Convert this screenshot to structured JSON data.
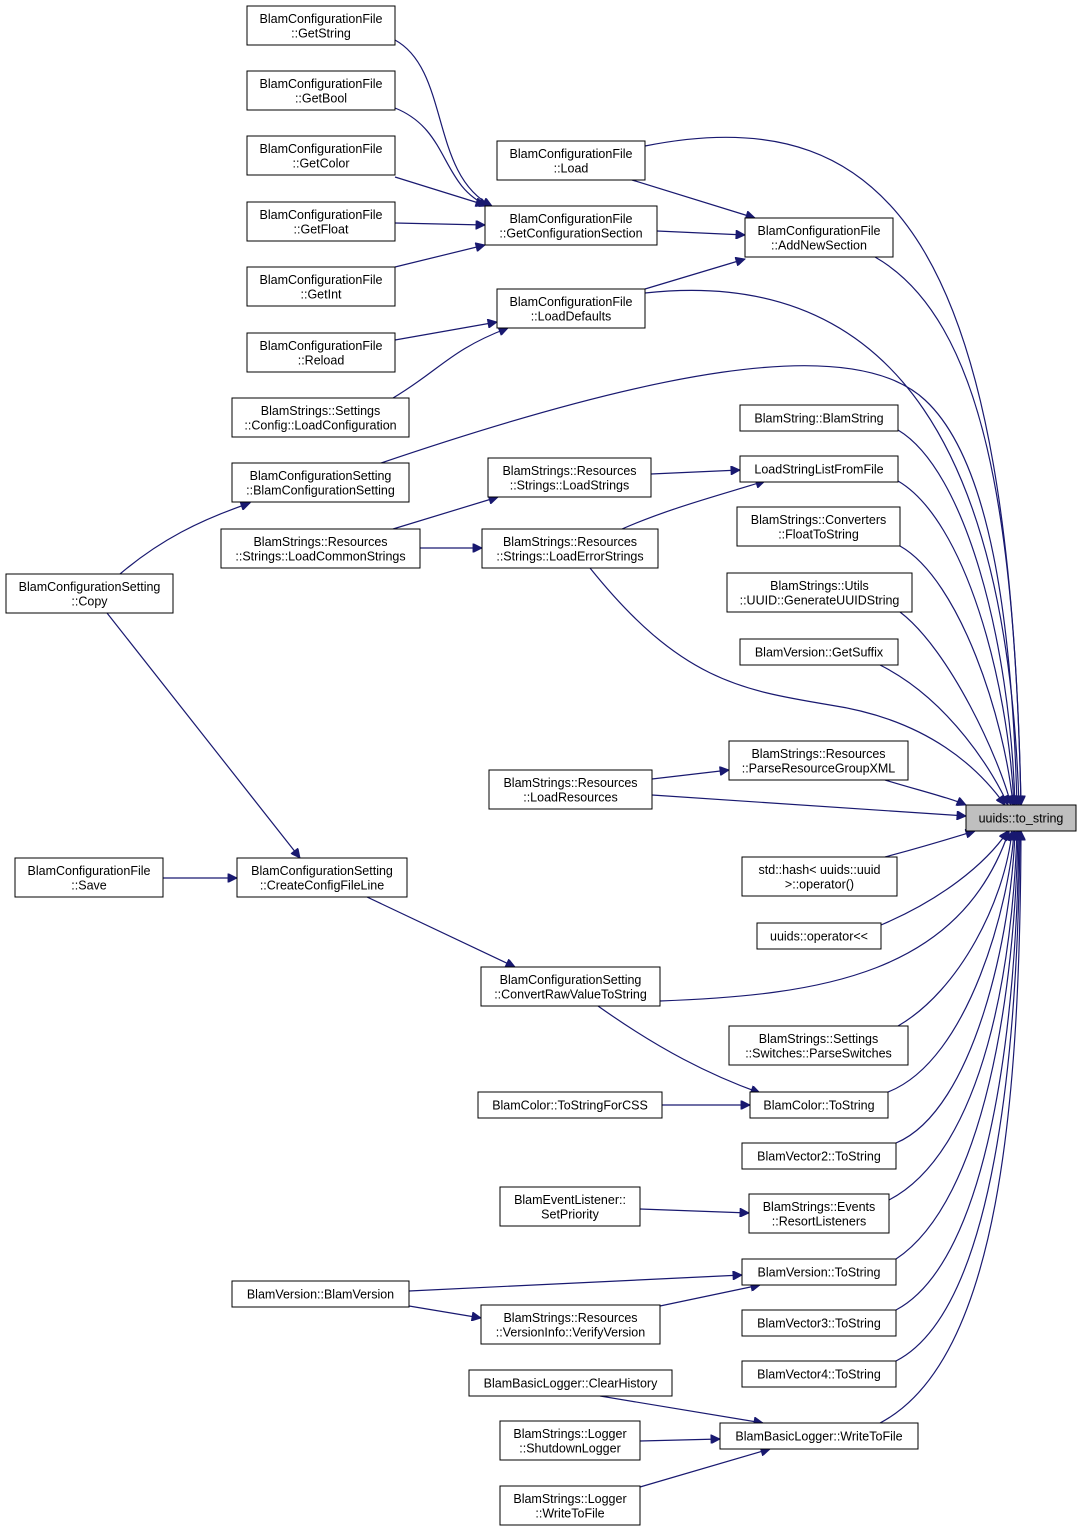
{
  "graph": {
    "target": "uuids::to_string",
    "nodes": [
      {
        "id": "n_to_string",
        "lines": [
          "uuids::to_string"
        ],
        "target": true
      },
      {
        "id": "n_getstring",
        "lines": [
          "BlamConfigurationFile",
          "::GetString"
        ]
      },
      {
        "id": "n_getbool",
        "lines": [
          "BlamConfigurationFile",
          "::GetBool"
        ]
      },
      {
        "id": "n_getcolor",
        "lines": [
          "BlamConfigurationFile",
          "::GetColor"
        ]
      },
      {
        "id": "n_getfloat",
        "lines": [
          "BlamConfigurationFile",
          "::GetFloat"
        ]
      },
      {
        "id": "n_getint",
        "lines": [
          "BlamConfigurationFile",
          "::GetInt"
        ]
      },
      {
        "id": "n_reload",
        "lines": [
          "BlamConfigurationFile",
          "::Reload"
        ]
      },
      {
        "id": "n_loadconfig",
        "lines": [
          "BlamStrings::Settings",
          "::Config::LoadConfiguration"
        ]
      },
      {
        "id": "n_bcs_ctor",
        "lines": [
          "BlamConfigurationSetting",
          "::BlamConfigurationSetting"
        ]
      },
      {
        "id": "n_loadcommon",
        "lines": [
          "BlamStrings::Resources",
          "::Strings::LoadCommonStrings"
        ]
      },
      {
        "id": "n_copy",
        "lines": [
          "BlamConfigurationSetting",
          "::Copy"
        ]
      },
      {
        "id": "n_load",
        "lines": [
          "BlamConfigurationFile",
          "::Load"
        ]
      },
      {
        "id": "n_getcfgsection",
        "lines": [
          "BlamConfigurationFile",
          "::GetConfigurationSection"
        ]
      },
      {
        "id": "n_loaddefaults",
        "lines": [
          "BlamConfigurationFile",
          "::LoadDefaults"
        ]
      },
      {
        "id": "n_addnewsection",
        "lines": [
          "BlamConfigurationFile",
          "::AddNewSection"
        ]
      },
      {
        "id": "n_blamstring",
        "lines": [
          "BlamString::BlamString"
        ]
      },
      {
        "id": "n_loadstringlist",
        "lines": [
          "LoadStringListFromFile"
        ]
      },
      {
        "id": "n_loadstrings",
        "lines": [
          "BlamStrings::Resources",
          "::Strings::LoadStrings"
        ]
      },
      {
        "id": "n_loaderror",
        "lines": [
          "BlamStrings::Resources",
          "::Strings::LoadErrorStrings"
        ]
      },
      {
        "id": "n_floattostring",
        "lines": [
          "BlamStrings::Converters",
          "::FloatToString"
        ]
      },
      {
        "id": "n_genuuid",
        "lines": [
          "BlamStrings::Utils",
          "::UUID::GenerateUUIDString"
        ]
      },
      {
        "id": "n_getsuffix",
        "lines": [
          "BlamVersion::GetSuffix"
        ]
      },
      {
        "id": "n_parsergxml",
        "lines": [
          "BlamStrings::Resources",
          "::ParseResourceGroupXML"
        ]
      },
      {
        "id": "n_loadresources",
        "lines": [
          "BlamStrings::Resources",
          "::LoadResources"
        ]
      },
      {
        "id": "n_hash",
        "lines": [
          "std::hash< uuids::uuid",
          "  >::operator()"
        ]
      },
      {
        "id": "n_operator",
        "lines": [
          "uuids::operator<<"
        ]
      },
      {
        "id": "n_save",
        "lines": [
          "BlamConfigurationFile",
          "::Save"
        ]
      },
      {
        "id": "n_createcfgline",
        "lines": [
          "BlamConfigurationSetting",
          "::CreateConfigFileLine"
        ]
      },
      {
        "id": "n_convertraw",
        "lines": [
          "BlamConfigurationSetting",
          "::ConvertRawValueToString"
        ]
      },
      {
        "id": "n_parseswitches",
        "lines": [
          "BlamStrings::Settings",
          "::Switches::ParseSwitches"
        ]
      },
      {
        "id": "n_tostringcss",
        "lines": [
          "BlamColor::ToStringForCSS"
        ]
      },
      {
        "id": "n_color_tostring",
        "lines": [
          "BlamColor::ToString"
        ]
      },
      {
        "id": "n_vec2_tostring",
        "lines": [
          "BlamVector2::ToString"
        ]
      },
      {
        "id": "n_setpriority",
        "lines": [
          "BlamEventListener::",
          "SetPriority"
        ]
      },
      {
        "id": "n_resortlisteners",
        "lines": [
          "BlamStrings::Events",
          "::ResortListeners"
        ]
      },
      {
        "id": "n_blamversion",
        "lines": [
          "BlamVersion::BlamVersion"
        ]
      },
      {
        "id": "n_version_tostring",
        "lines": [
          "BlamVersion::ToString"
        ]
      },
      {
        "id": "n_verifyversion",
        "lines": [
          "BlamStrings::Resources",
          "::VersionInfo::VerifyVersion"
        ]
      },
      {
        "id": "n_vec3_tostring",
        "lines": [
          "BlamVector3::ToString"
        ]
      },
      {
        "id": "n_vec4_tostring",
        "lines": [
          "BlamVector4::ToString"
        ]
      },
      {
        "id": "n_clearhistory",
        "lines": [
          "BlamBasicLogger::ClearHistory"
        ]
      },
      {
        "id": "n_shutdownlogger",
        "lines": [
          "BlamStrings::Logger",
          "::ShutdownLogger"
        ]
      },
      {
        "id": "n_writetofile_logger",
        "lines": [
          "BlamStrings::Logger",
          "::WriteToFile"
        ]
      },
      {
        "id": "n_writetofile",
        "lines": [
          "BlamBasicLogger::WriteToFile"
        ]
      }
    ],
    "edges": [
      {
        "from": "n_load",
        "to": "n_to_string"
      },
      {
        "from": "n_addnewsection",
        "to": "n_to_string"
      },
      {
        "from": "n_loaddefaults",
        "to": "n_to_string"
      },
      {
        "from": "n_bcs_ctor",
        "to": "n_to_string"
      },
      {
        "from": "n_blamstring",
        "to": "n_to_string"
      },
      {
        "from": "n_loadstringlist",
        "to": "n_to_string"
      },
      {
        "from": "n_floattostring",
        "to": "n_to_string"
      },
      {
        "from": "n_genuuid",
        "to": "n_to_string"
      },
      {
        "from": "n_getsuffix",
        "to": "n_to_string"
      },
      {
        "from": "n_loaderror",
        "to": "n_to_string"
      },
      {
        "from": "n_parsergxml",
        "to": "n_to_string"
      },
      {
        "from": "n_loadresources",
        "to": "n_to_string"
      },
      {
        "from": "n_hash",
        "to": "n_to_string"
      },
      {
        "from": "n_operator",
        "to": "n_to_string"
      },
      {
        "from": "n_convertraw",
        "to": "n_to_string"
      },
      {
        "from": "n_parseswitches",
        "to": "n_to_string"
      },
      {
        "from": "n_color_tostring",
        "to": "n_to_string"
      },
      {
        "from": "n_vec2_tostring",
        "to": "n_to_string"
      },
      {
        "from": "n_resortlisteners",
        "to": "n_to_string"
      },
      {
        "from": "n_version_tostring",
        "to": "n_to_string"
      },
      {
        "from": "n_vec3_tostring",
        "to": "n_to_string"
      },
      {
        "from": "n_vec4_tostring",
        "to": "n_to_string"
      },
      {
        "from": "n_writetofile",
        "to": "n_to_string"
      },
      {
        "from": "n_getstring",
        "to": "n_getcfgsection"
      },
      {
        "from": "n_getbool",
        "to": "n_getcfgsection"
      },
      {
        "from": "n_getcolor",
        "to": "n_getcfgsection"
      },
      {
        "from": "n_getfloat",
        "to": "n_getcfgsection"
      },
      {
        "from": "n_getint",
        "to": "n_getcfgsection"
      },
      {
        "from": "n_load",
        "to": "n_addnewsection"
      },
      {
        "from": "n_getcfgsection",
        "to": "n_addnewsection"
      },
      {
        "from": "n_loaddefaults",
        "to": "n_addnewsection"
      },
      {
        "from": "n_reload",
        "to": "n_loaddefaults"
      },
      {
        "from": "n_loadconfig",
        "to": "n_loaddefaults"
      },
      {
        "from": "n_copy",
        "to": "n_bcs_ctor"
      },
      {
        "from": "n_copy",
        "to": "n_createcfgline"
      },
      {
        "from": "n_loadstrings",
        "to": "n_loadstringlist"
      },
      {
        "from": "n_loaderror",
        "to": "n_loadstringlist"
      },
      {
        "from": "n_loadcommon",
        "to": "n_loadstrings"
      },
      {
        "from": "n_loadcommon",
        "to": "n_loaderror"
      },
      {
        "from": "n_loadresources",
        "to": "n_parsergxml"
      },
      {
        "from": "n_save",
        "to": "n_createcfgline"
      },
      {
        "from": "n_createcfgline",
        "to": "n_convertraw"
      },
      {
        "from": "n_convertraw",
        "to": "n_color_tostring"
      },
      {
        "from": "n_tostringcss",
        "to": "n_color_tostring"
      },
      {
        "from": "n_setpriority",
        "to": "n_resortlisteners"
      },
      {
        "from": "n_blamversion",
        "to": "n_version_tostring"
      },
      {
        "from": "n_blamversion",
        "to": "n_verifyversion"
      },
      {
        "from": "n_verifyversion",
        "to": "n_version_tostring"
      },
      {
        "from": "n_clearhistory",
        "to": "n_writetofile"
      },
      {
        "from": "n_shutdownlogger",
        "to": "n_writetofile"
      },
      {
        "from": "n_writetofile_logger",
        "to": "n_writetofile"
      }
    ]
  }
}
